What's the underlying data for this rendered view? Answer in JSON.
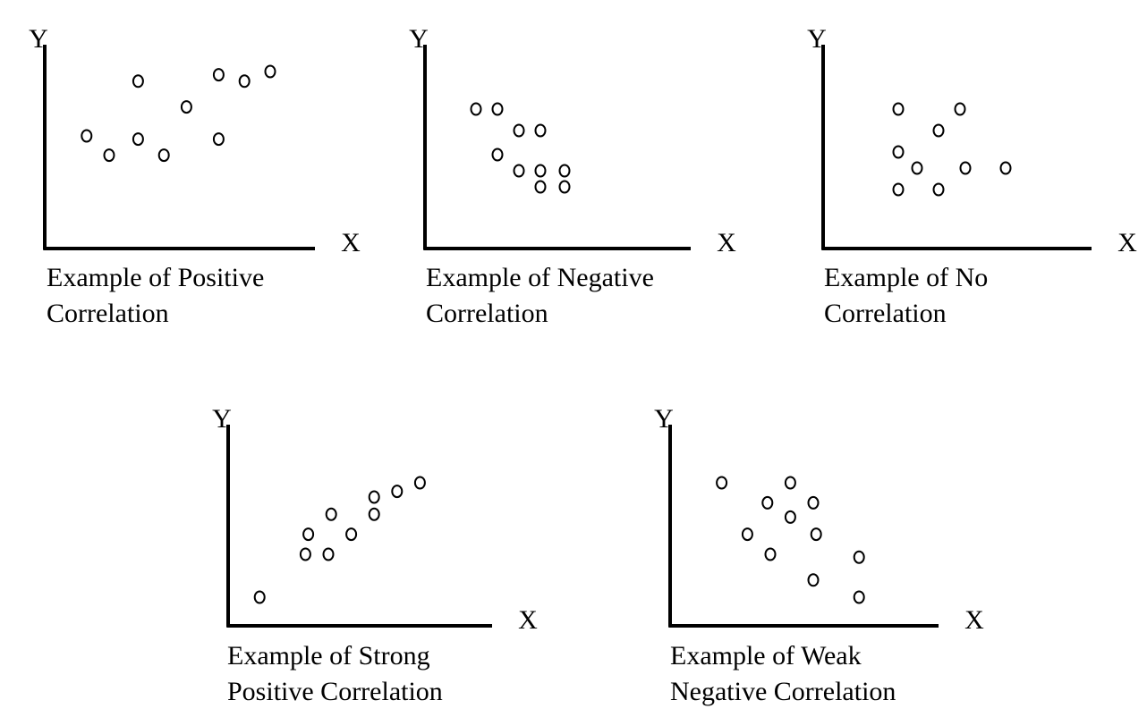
{
  "colors": {
    "background": "#ffffff",
    "ink": "#000000"
  },
  "chart_data": [
    {
      "type": "scatter",
      "title_lines": [
        "Example of Positive",
        "Correlation"
      ],
      "xlabel": "X",
      "ylabel": "Y",
      "xlim": [
        0,
        10
      ],
      "ylim": [
        0,
        10
      ],
      "grid": false,
      "points": [
        [
          1.3,
          3.5
        ],
        [
          2.0,
          2.9
        ],
        [
          2.9,
          5.2
        ],
        [
          2.9,
          3.4
        ],
        [
          3.7,
          2.9
        ],
        [
          4.4,
          4.4
        ],
        [
          5.4,
          3.4
        ],
        [
          5.4,
          5.4
        ],
        [
          6.2,
          5.2
        ],
        [
          7.0,
          5.5
        ]
      ]
    },
    {
      "type": "scatter",
      "title_lines": [
        "Example of Negative",
        "Correlation"
      ],
      "xlabel": "X",
      "ylabel": "Y",
      "xlim": [
        0,
        10
      ],
      "ylim": [
        0,
        10
      ],
      "grid": false,
      "points": [
        [
          1.9,
          5.2
        ],
        [
          2.7,
          5.2
        ],
        [
          2.7,
          3.5
        ],
        [
          3.5,
          4.4
        ],
        [
          4.3,
          4.4
        ],
        [
          3.5,
          2.9
        ],
        [
          4.3,
          2.9
        ],
        [
          5.2,
          2.9
        ],
        [
          4.3,
          2.3
        ],
        [
          5.2,
          2.3
        ]
      ]
    },
    {
      "type": "scatter",
      "title_lines": [
        "Example of No",
        "Correlation"
      ],
      "xlabel": "X",
      "ylabel": "Y",
      "xlim": [
        0,
        10
      ],
      "ylim": [
        0,
        10
      ],
      "grid": false,
      "points": [
        [
          2.8,
          5.2
        ],
        [
          5.1,
          5.2
        ],
        [
          4.3,
          4.4
        ],
        [
          2.8,
          3.6
        ],
        [
          3.5,
          3.0
        ],
        [
          5.3,
          3.0
        ],
        [
          6.8,
          3.0
        ],
        [
          2.8,
          2.2
        ],
        [
          4.3,
          2.2
        ]
      ]
    },
    {
      "type": "scatter",
      "title_lines": [
        "Example of Strong",
        "Positive Correlation"
      ],
      "xlabel": "X",
      "ylabel": "Y",
      "xlim": [
        0,
        10
      ],
      "ylim": [
        0,
        10
      ],
      "grid": false,
      "points": [
        [
          1.1,
          1.0
        ],
        [
          2.7,
          2.5
        ],
        [
          3.5,
          2.5
        ],
        [
          2.8,
          3.2
        ],
        [
          4.3,
          3.2
        ],
        [
          3.6,
          3.9
        ],
        [
          5.1,
          3.9
        ],
        [
          5.1,
          4.5
        ],
        [
          5.9,
          4.7
        ],
        [
          6.7,
          5.0
        ]
      ]
    },
    {
      "type": "scatter",
      "title_lines": [
        "Example of Weak",
        "Negative Correlation"
      ],
      "xlabel": "X",
      "ylabel": "Y",
      "xlim": [
        0,
        10
      ],
      "ylim": [
        0,
        10
      ],
      "grid": false,
      "points": [
        [
          1.8,
          5.0
        ],
        [
          3.4,
          4.3
        ],
        [
          4.2,
          5.0
        ],
        [
          5.0,
          4.3
        ],
        [
          4.2,
          3.8
        ],
        [
          2.7,
          3.2
        ],
        [
          5.1,
          3.2
        ],
        [
          3.5,
          2.5
        ],
        [
          5.0,
          1.6
        ],
        [
          6.6,
          2.4
        ],
        [
          6.6,
          1.0
        ]
      ]
    }
  ]
}
